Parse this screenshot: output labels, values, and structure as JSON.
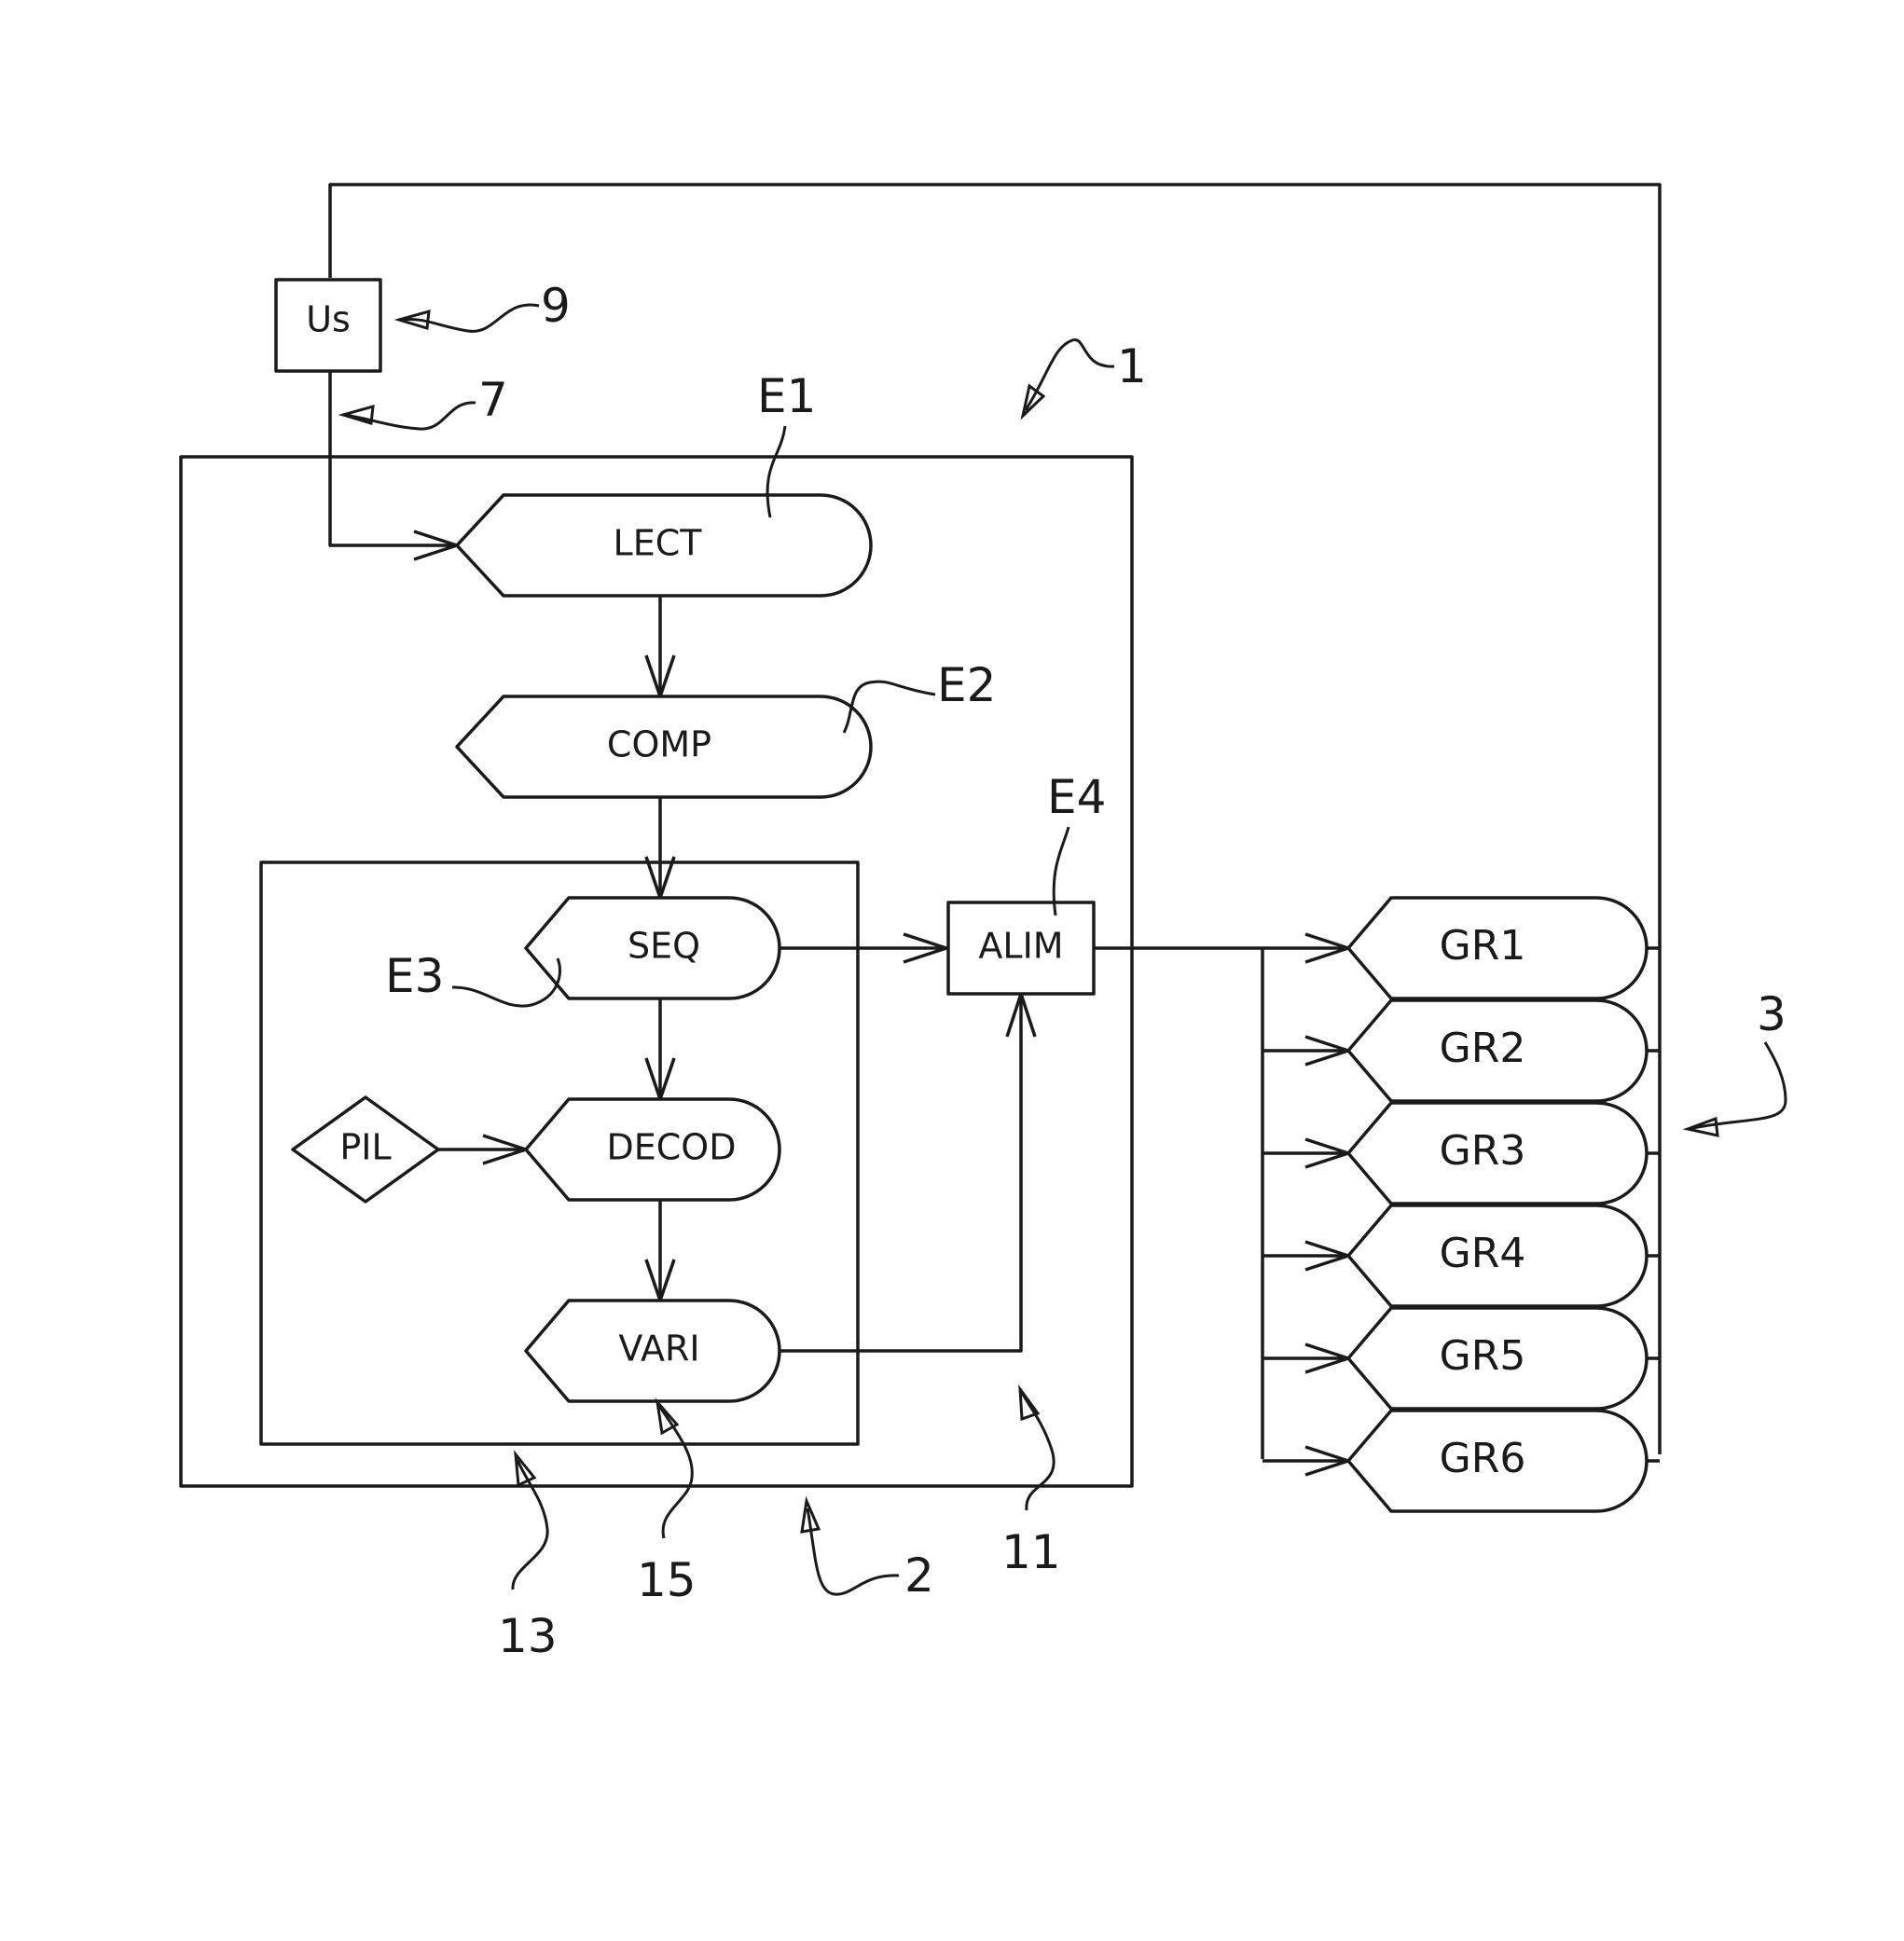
{
  "blocks": {
    "us": "Us",
    "lect": "LECT",
    "comp": "COMP",
    "seq": "SEQ",
    "decod": "DECOD",
    "vari": "VARI",
    "pil": "PIL",
    "alim": "ALIM"
  },
  "groups": [
    "GR1",
    "GR2",
    "GR3",
    "GR4",
    "GR5",
    "GR6"
  ],
  "refs": {
    "r1": "1",
    "r2": "2",
    "r3": "3",
    "r7": "7",
    "r9": "9",
    "r11": "11",
    "r13": "13",
    "r15": "15",
    "e1": "E1",
    "e2": "E2",
    "e3": "E3",
    "e4": "E4"
  }
}
